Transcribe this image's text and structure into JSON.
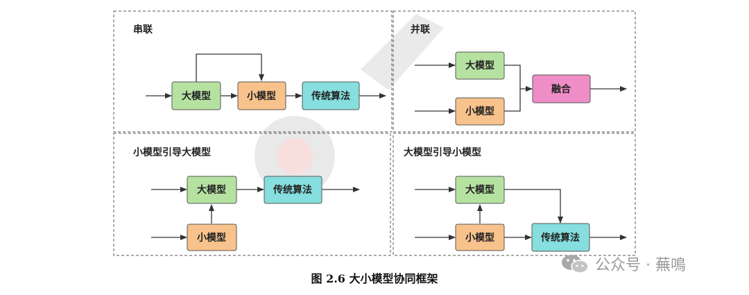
{
  "panels": {
    "serial": {
      "title": "串联",
      "big_model": "大模型",
      "small_model": "小模型",
      "traditional": "传统算法"
    },
    "parallel": {
      "title": "并联",
      "big_model": "大模型",
      "small_model": "小模型",
      "fusion": "融合"
    },
    "small_guides_big": {
      "title": "小模型引导大模型",
      "big_model": "大模型",
      "small_model": "小模型",
      "traditional": "传统算法"
    },
    "big_guides_small": {
      "title": "大模型引导小模型",
      "big_model": "大模型",
      "small_model": "小模型",
      "traditional": "传统算法"
    }
  },
  "colors": {
    "big_model": "#b6e2a1",
    "small_model": "#f7c28c",
    "traditional": "#86dede",
    "fusion": "#ef8ec6",
    "border": "#555555"
  },
  "caption": "图 2.6  大小模型协同框架",
  "watermark": {
    "account": "公众号 · 蕪鳴"
  }
}
